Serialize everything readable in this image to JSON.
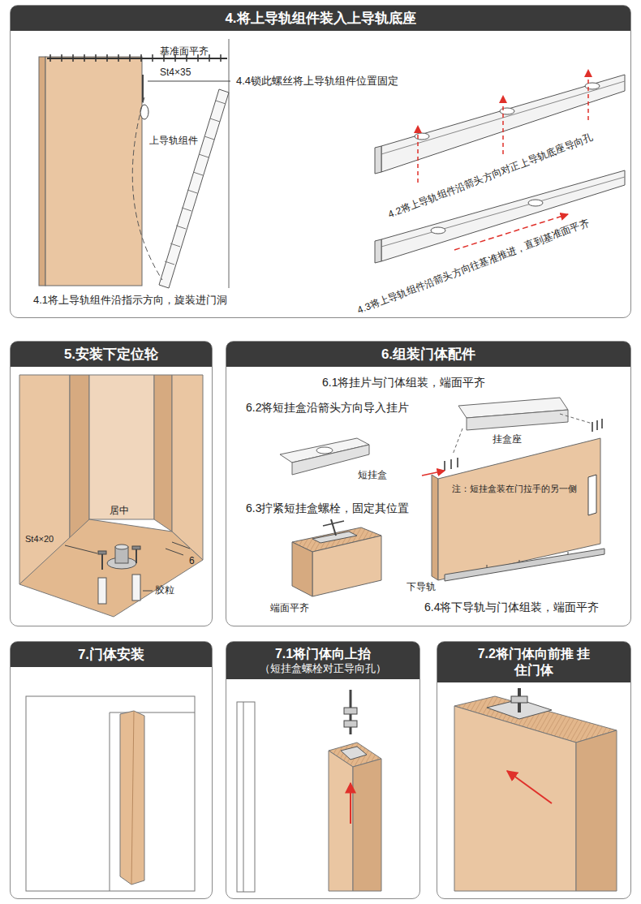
{
  "diagram": {
    "nodes": [
      {
        "text": [
          "4.将上导轨组件装入上导轨底座"
        ]
      },
      {
        "text": [
          "5.安装下定位轮"
        ]
      },
      {
        "text": [
          "6.组装门体配件"
        ]
      },
      {
        "text": [
          "7.门体安装"
        ]
      },
      {
        "text": [
          "7.1将门体向上抬",
          "（短挂盒螺栓对正导向孔）"
        ]
      },
      {
        "text": [
          "7.2将门体向前推 挂住门体"
        ]
      }
    ],
    "labels": [
      "基准面平齐",
      "St4×35",
      "4.4锁此螺丝将上导轨组件位置固定",
      "上导轨组件",
      "4.2将上导轨组件沿箭头方向对正上导轨底座导向孔",
      "4.3将上导轨组件沿箭头方向往基准推进，直到基准面平齐",
      "4.1将上导轨组件沿指示方向，旋装进门洞",
      "居中",
      "St4×20",
      "6",
      "胶粒",
      "6.1将挂片与门体组装，端面平齐",
      "6.2将短挂盒沿箭头方向导入挂片",
      "挂盒座",
      "短挂盒",
      "6.3拧紧短挂盒螺栓，固定其位置",
      "注：短挂盒装在门拉手的另一侧",
      "端面平齐",
      "下导轨",
      "6.4将下导轨与门体组装，端面平齐"
    ]
  }
}
